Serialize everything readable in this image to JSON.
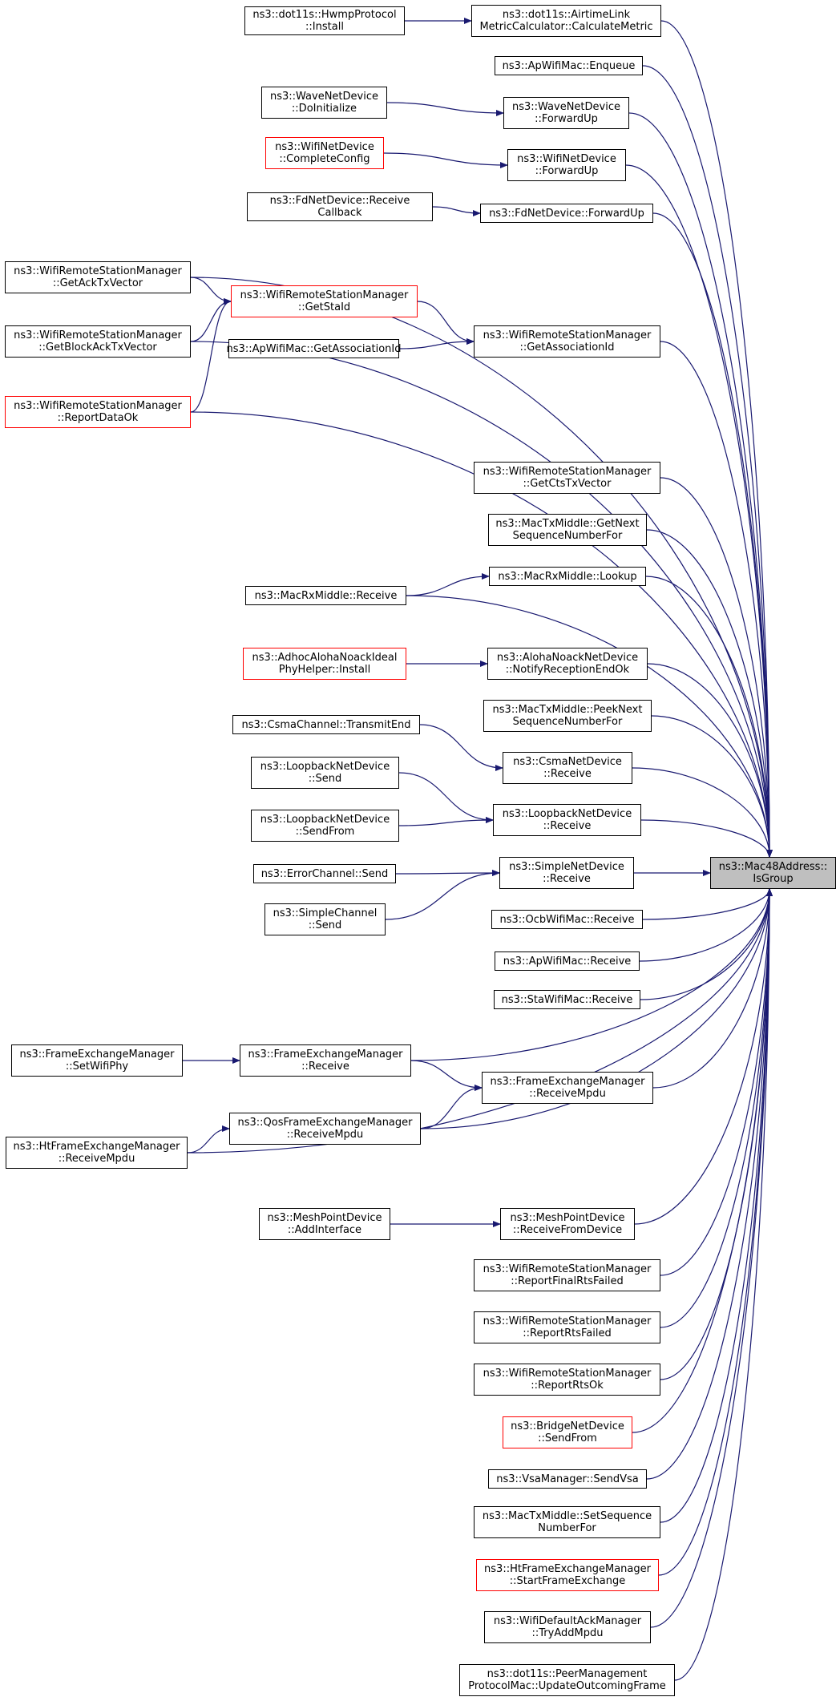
{
  "colors": {
    "edge": "#191970",
    "node_border": "#000000",
    "highlight_border": "#ff0000",
    "focus_fill": "#bfbfbf"
  },
  "nodes": [
    {
      "id": "n0",
      "text": "ns3::Mac48Address::\nIsGroup",
      "style": "focus"
    },
    {
      "id": "n1",
      "text": "ns3::dot11s::HwmpProtocol\n::Install",
      "style": "normal"
    },
    {
      "id": "n2",
      "text": "ns3::dot11s::AirtimeLink\nMetricCalculator::CalculateMetric",
      "style": "normal"
    },
    {
      "id": "n3",
      "text": "ns3::ApWifiMac::Enqueue",
      "style": "normal"
    },
    {
      "id": "n4",
      "text": "ns3::WaveNetDevice\n::DoInitialize",
      "style": "normal"
    },
    {
      "id": "n5",
      "text": "ns3::WaveNetDevice\n::ForwardUp",
      "style": "normal"
    },
    {
      "id": "n6",
      "text": "ns3::WifiNetDevice\n::CompleteConfig",
      "style": "red"
    },
    {
      "id": "n7",
      "text": "ns3::WifiNetDevice\n::ForwardUp",
      "style": "normal"
    },
    {
      "id": "n8",
      "text": "ns3::FdNetDevice::Receive\nCallback",
      "style": "normal"
    },
    {
      "id": "n9",
      "text": "ns3::FdNetDevice::ForwardUp",
      "style": "normal"
    },
    {
      "id": "n10",
      "text": "ns3::WifiRemoteStationManager\n::GetAckTxVector",
      "style": "normal"
    },
    {
      "id": "n11",
      "text": "ns3::WifiRemoteStationManager\n::GetStaId",
      "style": "red"
    },
    {
      "id": "n12",
      "text": "ns3::WifiRemoteStationManager\n::GetBlockAckTxVector",
      "style": "normal"
    },
    {
      "id": "n13",
      "text": "ns3::ApWifiMac::GetAssociationId",
      "style": "normal"
    },
    {
      "id": "n14",
      "text": "ns3::WifiRemoteStationManager\n::GetAssociationId",
      "style": "normal"
    },
    {
      "id": "n15",
      "text": "ns3::WifiRemoteStationManager\n::ReportDataOk",
      "style": "red"
    },
    {
      "id": "n16",
      "text": "ns3::WifiRemoteStationManager\n::GetCtsTxVector",
      "style": "normal"
    },
    {
      "id": "n17",
      "text": "ns3::MacTxMiddle::GetNext\nSequenceNumberFor",
      "style": "normal"
    },
    {
      "id": "n18",
      "text": "ns3::MacRxMiddle::Lookup",
      "style": "normal"
    },
    {
      "id": "n19",
      "text": "ns3::MacRxMiddle::Receive",
      "style": "normal"
    },
    {
      "id": "n20",
      "text": "ns3::AdhocAlohaNoackIdeal\nPhyHelper::Install",
      "style": "red"
    },
    {
      "id": "n21",
      "text": "ns3::AlohaNoackNetDevice\n::NotifyReceptionEndOk",
      "style": "normal"
    },
    {
      "id": "n22",
      "text": "ns3::MacTxMiddle::PeekNext\nSequenceNumberFor",
      "style": "normal"
    },
    {
      "id": "n23",
      "text": "ns3::CsmaChannel::TransmitEnd",
      "style": "normal"
    },
    {
      "id": "n24",
      "text": "ns3::CsmaNetDevice\n::Receive",
      "style": "normal"
    },
    {
      "id": "n25",
      "text": "ns3::LoopbackNetDevice\n::Send",
      "style": "normal"
    },
    {
      "id": "n26",
      "text": "ns3::LoopbackNetDevice\n::SendFrom",
      "style": "normal"
    },
    {
      "id": "n27",
      "text": "ns3::LoopbackNetDevice\n::Receive",
      "style": "normal"
    },
    {
      "id": "n28",
      "text": "ns3::ErrorChannel::Send",
      "style": "normal"
    },
    {
      "id": "n29",
      "text": "ns3::SimpleNetDevice\n::Receive",
      "style": "normal"
    },
    {
      "id": "n30",
      "text": "ns3::SimpleChannel\n::Send",
      "style": "normal"
    },
    {
      "id": "n31",
      "text": "ns3::OcbWifiMac::Receive",
      "style": "normal"
    },
    {
      "id": "n32",
      "text": "ns3::ApWifiMac::Receive",
      "style": "normal"
    },
    {
      "id": "n33",
      "text": "ns3::StaWifiMac::Receive",
      "style": "normal"
    },
    {
      "id": "n34",
      "text": "ns3::FrameExchangeManager\n::SetWifiPhy",
      "style": "normal"
    },
    {
      "id": "n35",
      "text": "ns3::FrameExchangeManager\n::Receive",
      "style": "normal"
    },
    {
      "id": "n36",
      "text": "ns3::FrameExchangeManager\n::ReceiveMpdu",
      "style": "normal"
    },
    {
      "id": "n37",
      "text": "ns3::QosFrameExchangeManager\n::ReceiveMpdu",
      "style": "normal"
    },
    {
      "id": "n38",
      "text": "ns3::HtFrameExchangeManager\n::ReceiveMpdu",
      "style": "normal"
    },
    {
      "id": "n39",
      "text": "ns3::MeshPointDevice\n::AddInterface",
      "style": "normal"
    },
    {
      "id": "n40",
      "text": "ns3::MeshPointDevice\n::ReceiveFromDevice",
      "style": "normal"
    },
    {
      "id": "n41",
      "text": "ns3::WifiRemoteStationManager\n::ReportFinalRtsFailed",
      "style": "normal"
    },
    {
      "id": "n42",
      "text": "ns3::WifiRemoteStationManager\n::ReportRtsFailed",
      "style": "normal"
    },
    {
      "id": "n43",
      "text": "ns3::WifiRemoteStationManager\n::ReportRtsOk",
      "style": "normal"
    },
    {
      "id": "n44",
      "text": "ns3::BridgeNetDevice\n::SendFrom",
      "style": "red"
    },
    {
      "id": "n45",
      "text": "ns3::VsaManager::SendVsa",
      "style": "normal"
    },
    {
      "id": "n46",
      "text": "ns3::MacTxMiddle::SetSequence\nNumberFor",
      "style": "normal"
    },
    {
      "id": "n47",
      "text": "ns3::HtFrameExchangeManager\n::StartFrameExchange",
      "style": "red"
    },
    {
      "id": "n48",
      "text": "ns3::WifiDefaultAckManager\n::TryAddMpdu",
      "style": "normal"
    },
    {
      "id": "n49",
      "text": "ns3::dot11s::PeerManagement\nProtocolMac::UpdateOutcomingFrame",
      "style": "normal"
    }
  ],
  "edges": [
    [
      "n1",
      "n2"
    ],
    [
      "n4",
      "n5"
    ],
    [
      "n6",
      "n7"
    ],
    [
      "n8",
      "n9"
    ],
    [
      "n10",
      "n11"
    ],
    [
      "n12",
      "n11"
    ],
    [
      "n15",
      "n11"
    ],
    [
      "n11",
      "n14"
    ],
    [
      "n13",
      "n14"
    ],
    [
      "n19",
      "n18"
    ],
    [
      "n20",
      "n21"
    ],
    [
      "n23",
      "n24"
    ],
    [
      "n25",
      "n27"
    ],
    [
      "n26",
      "n27"
    ],
    [
      "n28",
      "n29"
    ],
    [
      "n30",
      "n29"
    ],
    [
      "n34",
      "n35"
    ],
    [
      "n35",
      "n36"
    ],
    [
      "n37",
      "n36"
    ],
    [
      "n38",
      "n37"
    ],
    [
      "n39",
      "n40"
    ],
    [
      "n2",
      "n0"
    ],
    [
      "n3",
      "n0"
    ],
    [
      "n5",
      "n0"
    ],
    [
      "n7",
      "n0"
    ],
    [
      "n9",
      "n0"
    ],
    [
      "n10",
      "n0"
    ],
    [
      "n14",
      "n0"
    ],
    [
      "n12",
      "n0"
    ],
    [
      "n15",
      "n0"
    ],
    [
      "n16",
      "n0"
    ],
    [
      "n17",
      "n0"
    ],
    [
      "n18",
      "n0"
    ],
    [
      "n19",
      "n0"
    ],
    [
      "n21",
      "n0"
    ],
    [
      "n22",
      "n0"
    ],
    [
      "n24",
      "n0"
    ],
    [
      "n27",
      "n0"
    ],
    [
      "n29",
      "n0"
    ],
    [
      "n31",
      "n0"
    ],
    [
      "n32",
      "n0"
    ],
    [
      "n33",
      "n0"
    ],
    [
      "n35",
      "n0"
    ],
    [
      "n36",
      "n0"
    ],
    [
      "n37",
      "n0"
    ],
    [
      "n38",
      "n0"
    ],
    [
      "n40",
      "n0"
    ],
    [
      "n41",
      "n0"
    ],
    [
      "n42",
      "n0"
    ],
    [
      "n43",
      "n0"
    ],
    [
      "n44",
      "n0"
    ],
    [
      "n45",
      "n0"
    ],
    [
      "n46",
      "n0"
    ],
    [
      "n47",
      "n0"
    ],
    [
      "n48",
      "n0"
    ],
    [
      "n49",
      "n0"
    ]
  ]
}
